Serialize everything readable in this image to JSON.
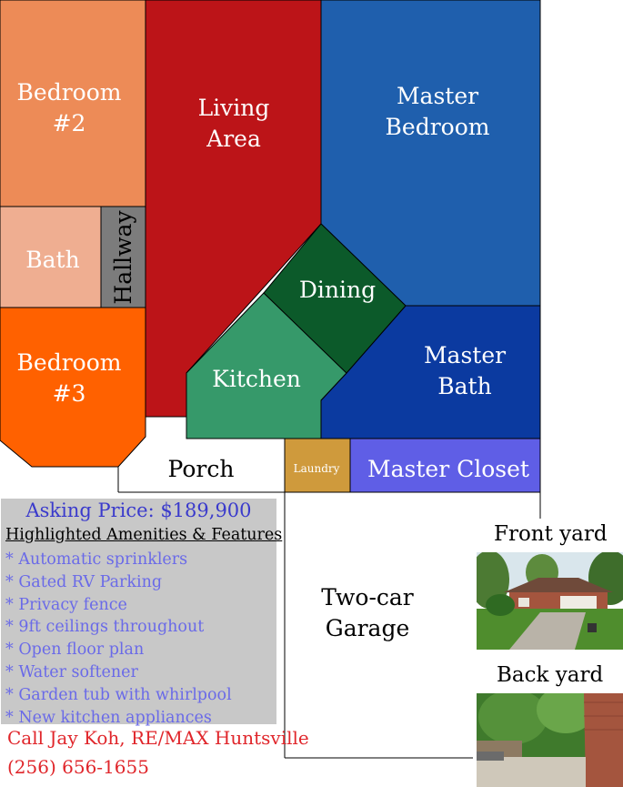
{
  "rooms": {
    "bedroom2": [
      "Bedroom",
      "#2"
    ],
    "living": [
      "Living",
      "Area"
    ],
    "master_bedroom": [
      "Master",
      "Bedroom"
    ],
    "bath": "Bath",
    "hallway": "Hallway",
    "dining": "Dining",
    "bedroom3": [
      "Bedroom",
      "#3"
    ],
    "kitchen": "Kitchen",
    "master_bath": [
      "Master",
      "Bath"
    ],
    "porch": "Porch",
    "laundry": "Laundry",
    "master_closet": "Master Closet",
    "garage": [
      "Two-car",
      "Garage"
    ]
  },
  "colors": {
    "bedroom2": "#ed8b57",
    "living": "#bc1418",
    "master_bedroom": "#1f5fad",
    "bath": "#efae91",
    "hallway": "#7c7c7c",
    "dining": "#0c5a2a",
    "bedroom3": "#ff6100",
    "kitchen": "#36996a",
    "master_bath": "#0b3aa0",
    "laundry": "#cf9a3c",
    "master_closet": "#5f5ee6"
  },
  "listing": {
    "asking": "Asking Price: $189,900",
    "amenities_title": "Highlighted Amenities & Features",
    "features": [
      "* Automatic sprinklers",
      "* Gated RV Parking",
      "* Privacy fence",
      "* 9ft ceilings throughout",
      "* Open floor plan",
      "* Water softener",
      "* Garden tub with whirlpool",
      "* New kitchen appliances"
    ],
    "contact_line1": "Call Jay Koh, RE/MAX Huntsville",
    "contact_line2": "(256) 656-1655"
  },
  "photos": {
    "front_label": "Front yard",
    "back_label": "Back yard"
  }
}
